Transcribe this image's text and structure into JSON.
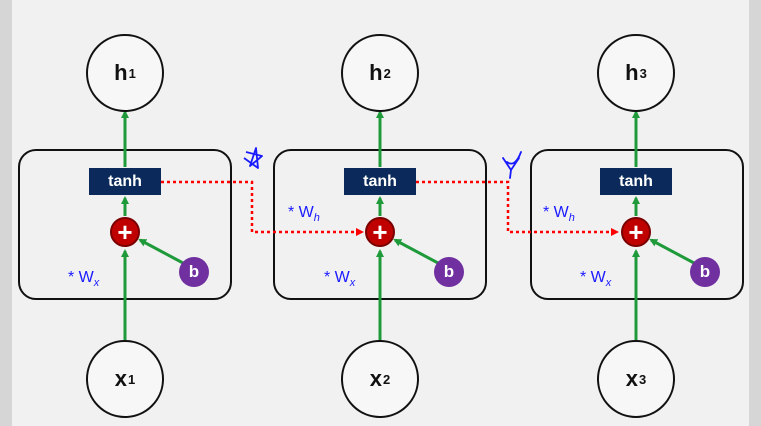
{
  "cells": [
    {
      "output": "h",
      "output_sub": "1",
      "input": "x",
      "input_sub": "1",
      "activation": "tanh",
      "op": "+",
      "bias": "b",
      "wx_text": "* W",
      "wx_sub": "x",
      "wh_text": "",
      "wh_sub": ""
    },
    {
      "output": "h",
      "output_sub": "2",
      "input": "x",
      "input_sub": "2",
      "activation": "tanh",
      "op": "+",
      "bias": "b",
      "wx_text": "* W",
      "wx_sub": "x",
      "wh_text": "* W",
      "wh_sub": "h"
    },
    {
      "output": "h",
      "output_sub": "3",
      "input": "x",
      "input_sub": "3",
      "activation": "tanh",
      "op": "+",
      "bias": "b",
      "wx_text": "* W",
      "wx_sub": "x",
      "wh_text": "* W",
      "wh_sub": "h"
    }
  ],
  "colors": {
    "input_arrow": "#1f9a3a",
    "recurrent_line": "#ff0000",
    "tanh_box": "#0b2a5b",
    "plus_node": "#c00000",
    "bias_node": "#7030a0",
    "weight_label": "#1a1aff",
    "annotation_ink": "#1a1aff"
  }
}
